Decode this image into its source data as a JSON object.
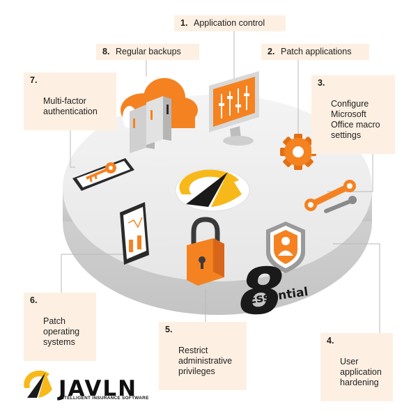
{
  "title": {
    "word": "Essential",
    "number": "8"
  },
  "items": [
    {
      "num": "1.",
      "label": "Application control"
    },
    {
      "num": "2.",
      "label": "Patch applications"
    },
    {
      "num": "3.",
      "label": "Configure\nMicrosoft\nOffice macro\nsettings"
    },
    {
      "num": "4.",
      "label": "User\napplication\nhardening"
    },
    {
      "num": "5.",
      "label": "Restrict\nadministrative\nprivileges"
    },
    {
      "num": "6.",
      "label": "Patch\noperating\nsystems"
    },
    {
      "num": "7.",
      "label": "Multi-factor\nauthentication"
    },
    {
      "num": "8.",
      "label": "Regular backups"
    }
  ],
  "brand": {
    "name": "JAVLN",
    "tagline": "INTELLIGENT INSURANCE SOFTWARE"
  },
  "colors": {
    "accent": "#f58220",
    "callout_bg": "#fdf0e2",
    "platform": "#eeeeee",
    "dark": "#1a1a1a",
    "yellow": "#f7b91a"
  },
  "icons": [
    "monitor-sliders-icon",
    "gear-icon",
    "wrench-icon",
    "shield-user-icon",
    "padlock-icon",
    "phone-chart-icon",
    "tablet-key-icon",
    "cloud-server-icon",
    "center-logo-icon"
  ]
}
